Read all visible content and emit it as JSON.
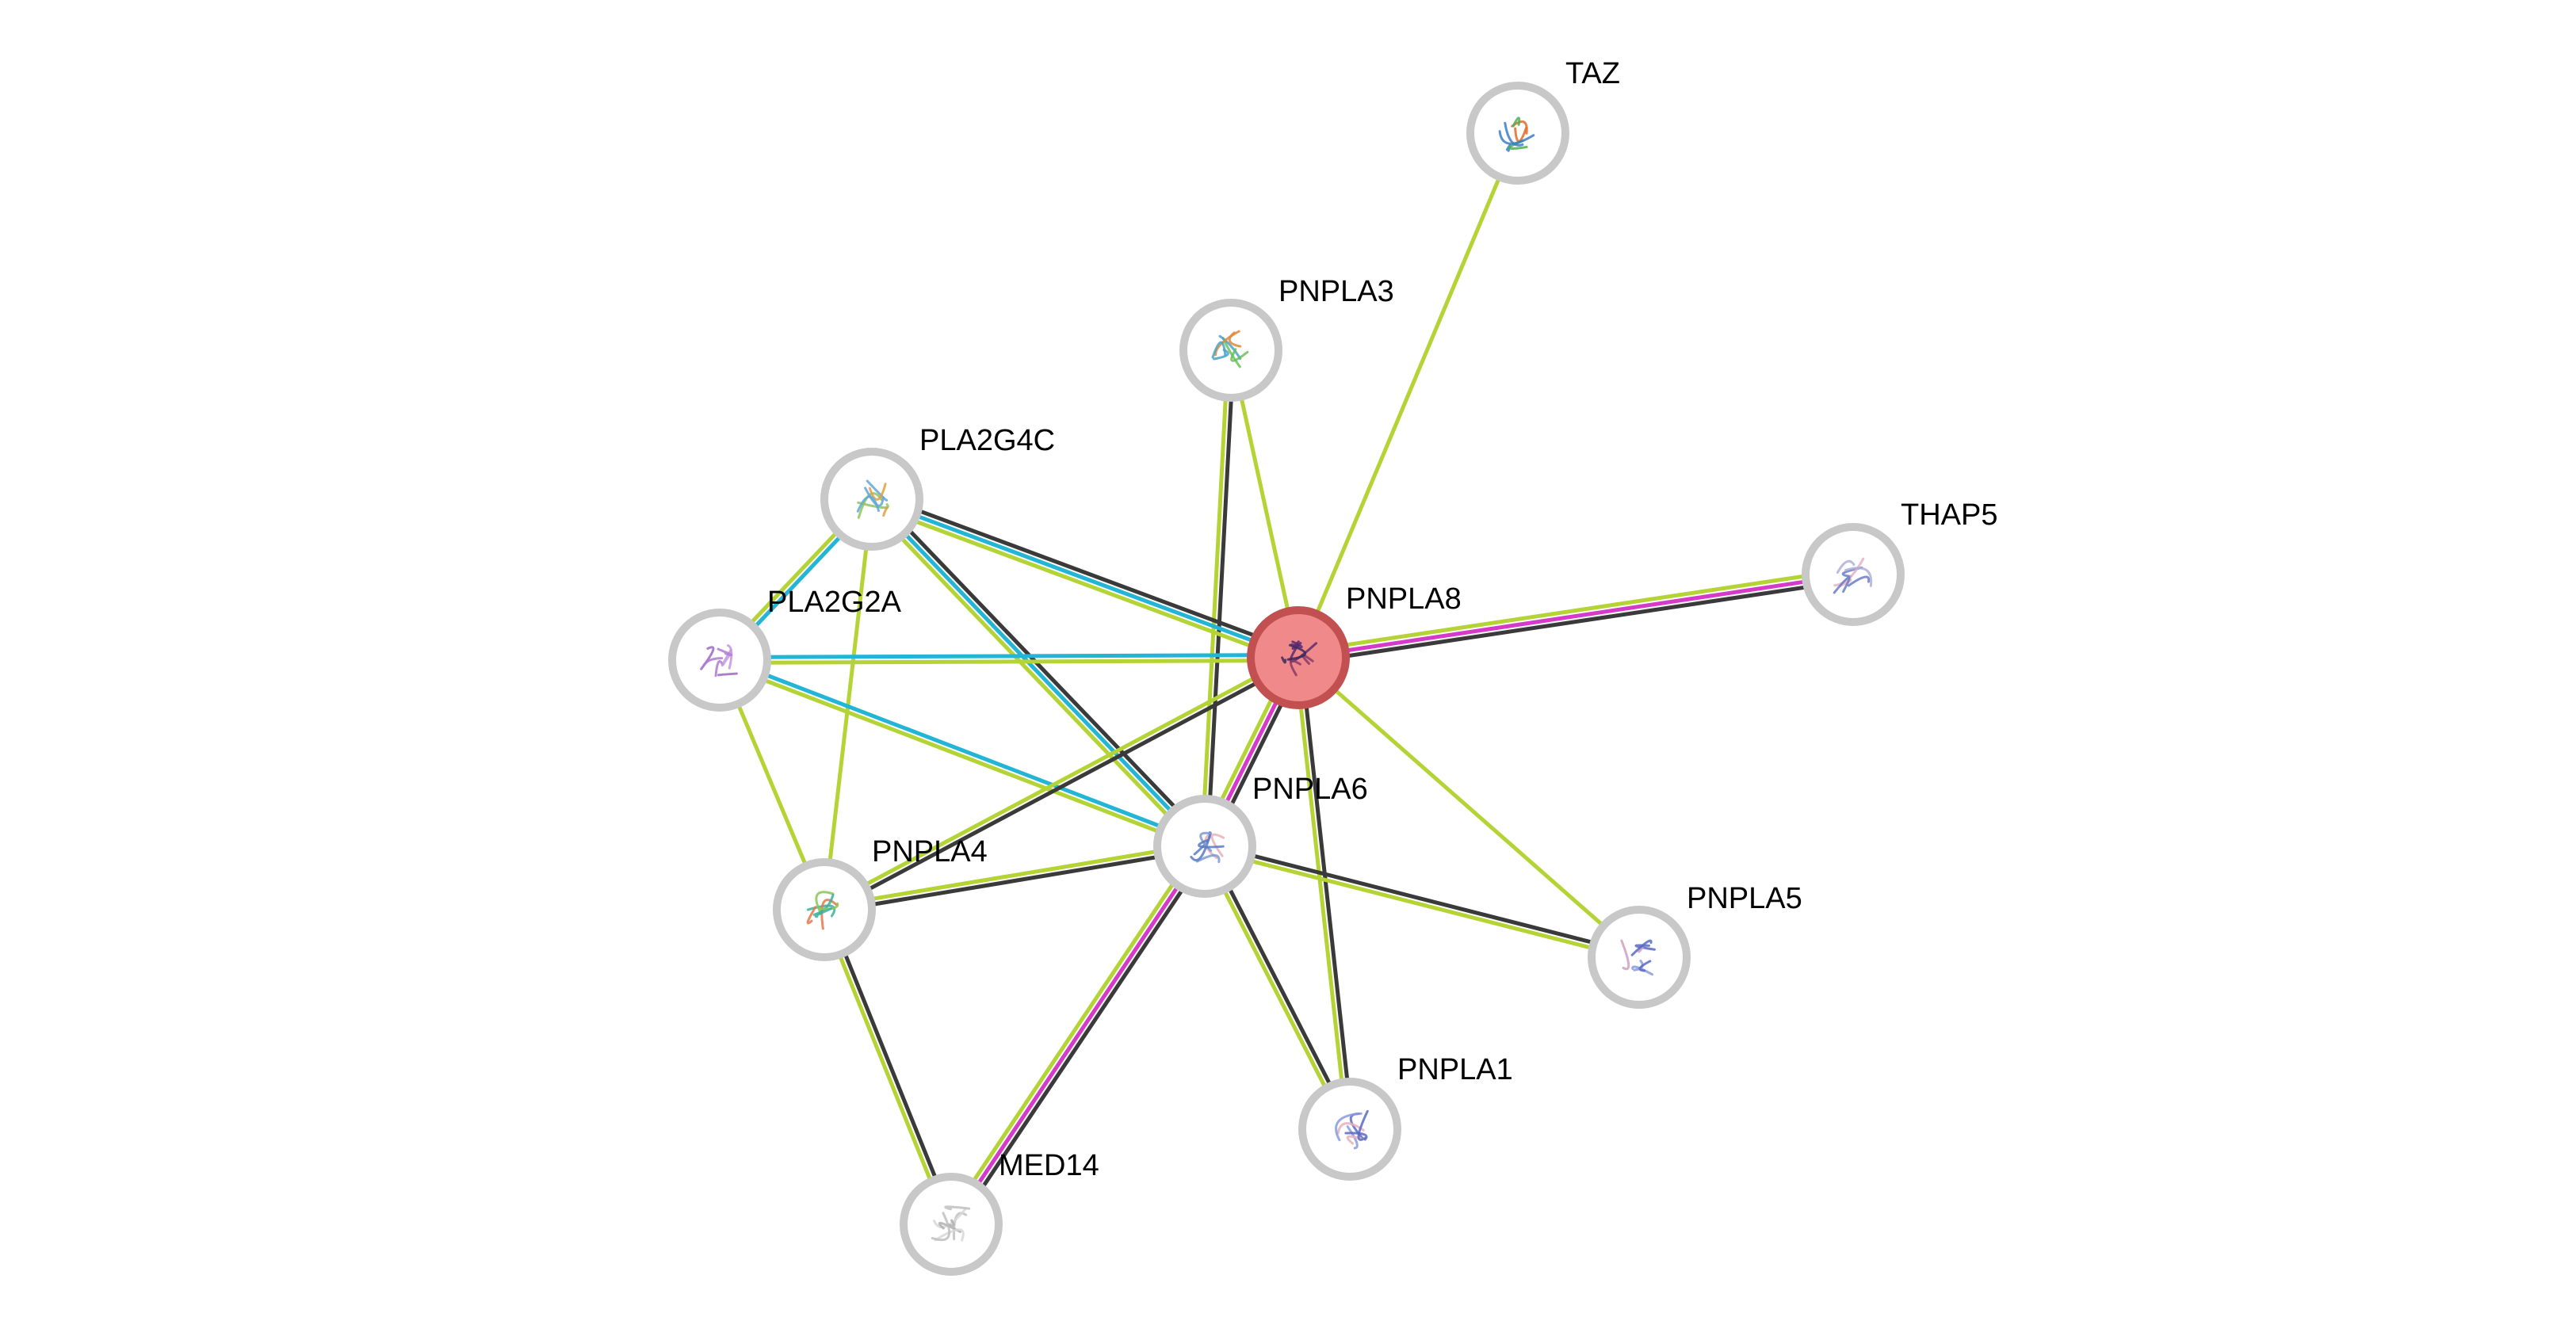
{
  "nodes": [
    {
      "id": "TAZ",
      "label": "TAZ",
      "query": false,
      "icon": "protein-structure-icon",
      "colors": [
        "#3a7fc4",
        "#e46a2a",
        "#4fb04f"
      ]
    },
    {
      "id": "PNPLA3",
      "label": "PNPLA3",
      "query": false,
      "icon": "protein-structure-icon",
      "colors": [
        "#4aa3c7",
        "#6bbf59",
        "#e08a3a"
      ]
    },
    {
      "id": "PLA2G4C",
      "label": "PLA2G4C",
      "query": false,
      "icon": "protein-structure-icon",
      "colors": [
        "#5fa7d9",
        "#8fc65a",
        "#e0a040"
      ]
    },
    {
      "id": "THAP5",
      "label": "THAP5",
      "query": false,
      "icon": "protein-structure-icon",
      "colors": [
        "#6b7cc9",
        "#e5b3c4",
        "#b0b0d8"
      ]
    },
    {
      "id": "PNPLA8",
      "label": "PNPLA8",
      "query": true,
      "icon": "protein-structure-icon",
      "colors": [
        "#5b2a6e",
        "#8a3a6a",
        "#3a2a5a"
      ]
    },
    {
      "id": "PLA2G2A",
      "label": "PLA2G2A",
      "query": false,
      "icon": "protein-structure-icon",
      "colors": [
        "#b07ad0",
        "#c496de",
        "#9a6ac0"
      ]
    },
    {
      "id": "PNPLA6",
      "label": "PNPLA6",
      "query": false,
      "icon": "protein-structure-icon",
      "colors": [
        "#5a7ac4",
        "#e8b0b8",
        "#7a9ad4"
      ]
    },
    {
      "id": "PNPLA4",
      "label": "PNPLA4",
      "query": false,
      "icon": "protein-structure-icon",
      "colors": [
        "#3ab0a0",
        "#e07a4a",
        "#8ac45a"
      ]
    },
    {
      "id": "PNPLA5",
      "label": "PNPLA5",
      "query": false,
      "icon": "protein-structure-icon",
      "colors": [
        "#5a6ac4",
        "#8a9ae0",
        "#d0a0c0"
      ]
    },
    {
      "id": "PNPLA1",
      "label": "PNPLA1",
      "query": false,
      "icon": "protein-structure-icon",
      "colors": [
        "#5a6ac4",
        "#e8b0b8",
        "#8a9ae0"
      ]
    },
    {
      "id": "MED14",
      "label": "MED14",
      "query": false,
      "icon": "protein-structure-icon",
      "colors": [
        "#c0c0c0",
        "#d8d8d8",
        "#b0b0b0"
      ]
    }
  ],
  "edge_colors": {
    "coexpression": "#3a3a3a",
    "textmining": "#b4d334",
    "database": "#22b5d6",
    "experiments": "#d63ac8"
  },
  "edges": [
    {
      "source": "TAZ",
      "target": "PNPLA8",
      "types": [
        "textmining"
      ]
    },
    {
      "source": "PNPLA3",
      "target": "PNPLA8",
      "types": [
        "textmining"
      ]
    },
    {
      "source": "PNPLA3",
      "target": "PNPLA6",
      "types": [
        "coexpression",
        "textmining"
      ]
    },
    {
      "source": "THAP5",
      "target": "PNPLA8",
      "types": [
        "coexpression",
        "experiments",
        "textmining"
      ]
    },
    {
      "source": "PLA2G4C",
      "target": "PNPLA8",
      "types": [
        "coexpression",
        "database",
        "textmining"
      ]
    },
    {
      "source": "PLA2G4C",
      "target": "PLA2G2A",
      "types": [
        "database",
        "textmining"
      ]
    },
    {
      "source": "PLA2G4C",
      "target": "PNPLA6",
      "types": [
        "coexpression",
        "database",
        "textmining"
      ]
    },
    {
      "source": "PLA2G4C",
      "target": "PNPLA4",
      "types": [
        "textmining"
      ]
    },
    {
      "source": "PLA2G2A",
      "target": "PNPLA8",
      "types": [
        "database",
        "textmining"
      ]
    },
    {
      "source": "PLA2G2A",
      "target": "PNPLA6",
      "types": [
        "database",
        "textmining"
      ]
    },
    {
      "source": "PLA2G2A",
      "target": "PNPLA4",
      "types": [
        "textmining"
      ]
    },
    {
      "source": "PNPLA8",
      "target": "PNPLA6",
      "types": [
        "coexpression",
        "experiments",
        "textmining"
      ]
    },
    {
      "source": "PNPLA8",
      "target": "PNPLA4",
      "types": [
        "coexpression",
        "textmining"
      ]
    },
    {
      "source": "PNPLA8",
      "target": "PNPLA5",
      "types": [
        "textmining"
      ]
    },
    {
      "source": "PNPLA8",
      "target": "PNPLA1",
      "types": [
        "coexpression",
        "textmining"
      ]
    },
    {
      "source": "PNPLA6",
      "target": "PNPLA4",
      "types": [
        "coexpression",
        "textmining"
      ]
    },
    {
      "source": "PNPLA6",
      "target": "PNPLA5",
      "types": [
        "coexpression",
        "textmining"
      ]
    },
    {
      "source": "PNPLA6",
      "target": "PNPLA1",
      "types": [
        "coexpression",
        "textmining"
      ]
    },
    {
      "source": "PNPLA6",
      "target": "MED14",
      "types": [
        "coexpression",
        "experiments",
        "textmining"
      ]
    },
    {
      "source": "PNPLA4",
      "target": "MED14",
      "types": [
        "coexpression",
        "textmining"
      ]
    }
  ]
}
